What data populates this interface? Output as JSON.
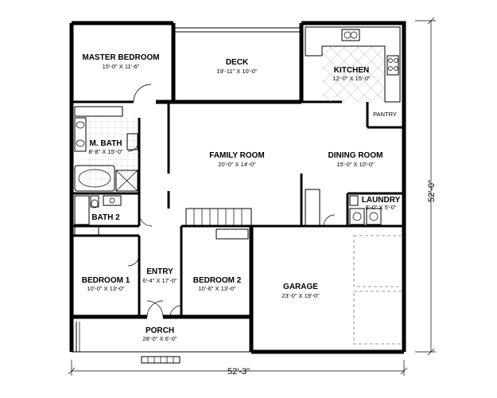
{
  "rooms": {
    "master_bedroom": {
      "name": "MASTER BEDROOM",
      "dim": "15'-0\" X 11'-6\""
    },
    "deck": {
      "name": "DECK",
      "dim": "19'-11\" X 10'-0\""
    },
    "kitchen": {
      "name": "KITCHEN",
      "dim": "12'-0\" X 15'-0\""
    },
    "pantry": {
      "name": "PANTRY"
    },
    "m_bath": {
      "name": "M. BATH",
      "dim": "8'-8\" X 15'-0\""
    },
    "family_room": {
      "name": "FAMILY ROOM",
      "dim": "20'-0\" X 14'-0\""
    },
    "dining_room": {
      "name": "DINING ROOM",
      "dim": "15'-0\" X 10'-0\""
    },
    "laundry": {
      "name": "LAUNDRY",
      "dim": "8'-0\" X 5'-0\""
    },
    "bath_2": {
      "name": "BATH 2"
    },
    "entry": {
      "name": "ENTRY",
      "dim": "6'-4\" X 17'-0\""
    },
    "bedroom_1": {
      "name": "BEDROOM 1",
      "dim": "10'-0\" X 13'-0\""
    },
    "bedroom_2": {
      "name": "BEDROOM 2",
      "dim": "10'-6\" X 13'-0\""
    },
    "garage": {
      "name": "GARAGE",
      "dim": "23'-0\" X 19'-0\""
    },
    "porch": {
      "name": "PORCH",
      "dim": "28'-0\" X 6'-0\""
    }
  },
  "overall": {
    "width": "52'-3\"",
    "depth": "52'-0\""
  }
}
